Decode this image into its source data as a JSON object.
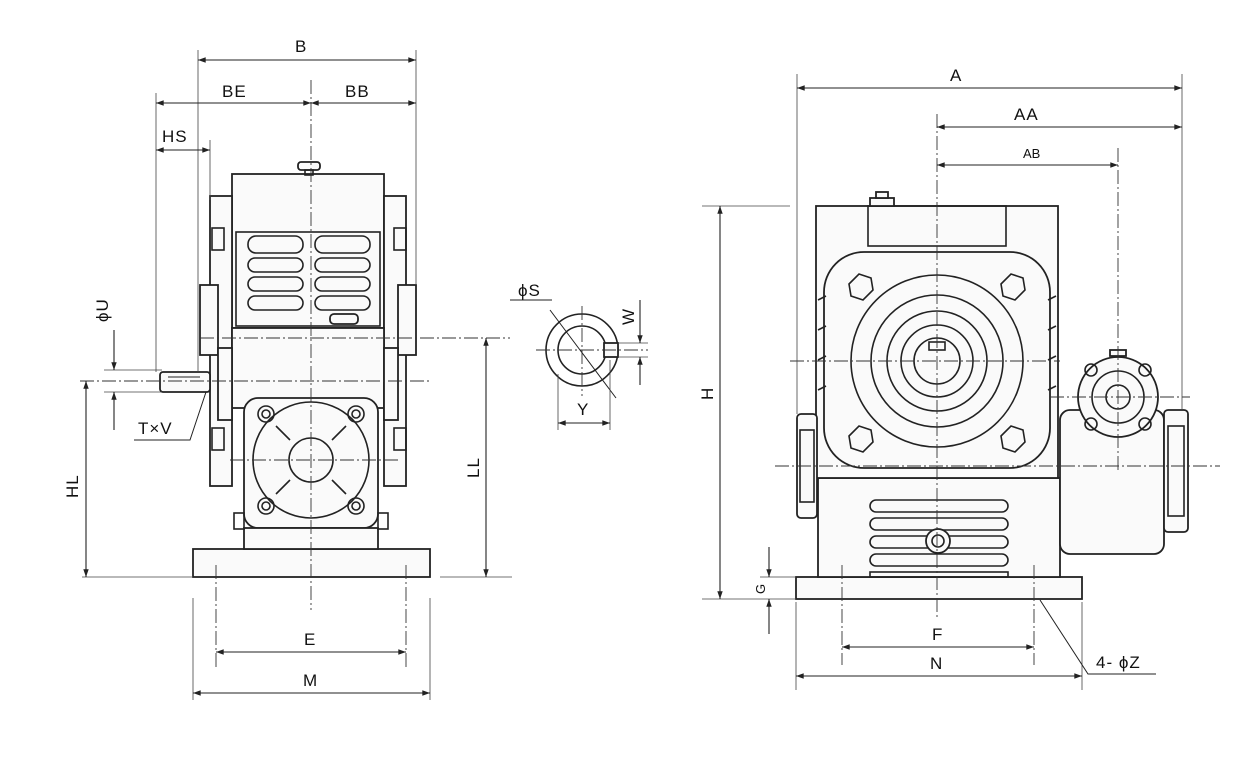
{
  "labels": {
    "B": "B",
    "BE": "BE",
    "BB": "BB",
    "HS": "HS",
    "phiU": "ϕU",
    "TxV": "T×V",
    "HL": "HL",
    "LL": "LL",
    "E": "E",
    "M": "M",
    "phiS": "ϕS",
    "W": "W",
    "Y": "Y",
    "A": "A",
    "AA": "AA",
    "AB": "AB",
    "H": "H",
    "G": "G",
    "F": "F",
    "N": "N",
    "holes": "4- ϕZ"
  }
}
